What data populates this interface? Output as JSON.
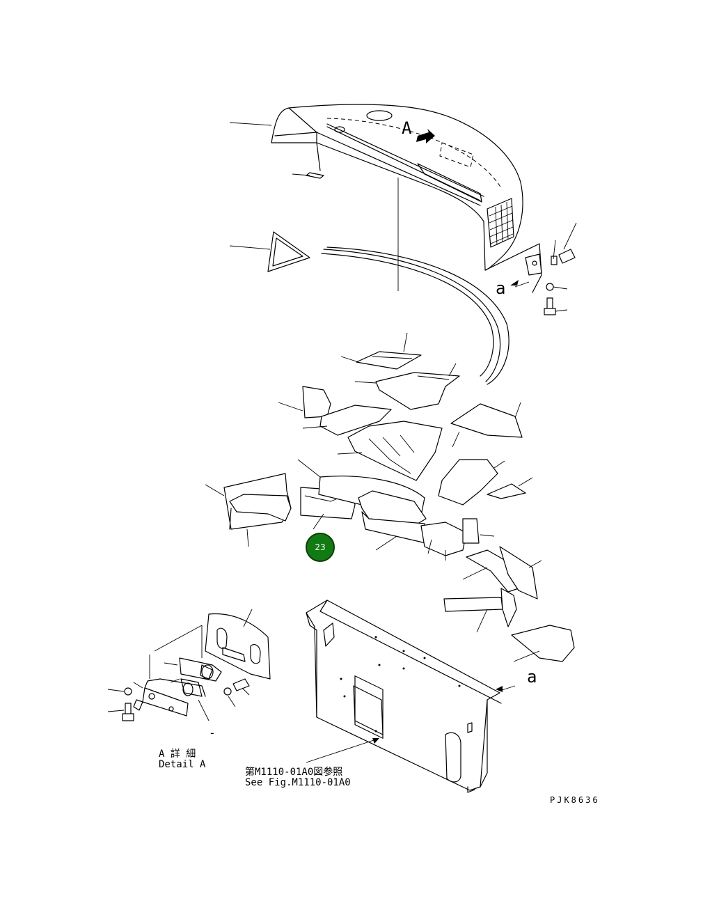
{
  "diagram": {
    "view_label_a_upper": "A",
    "view_label_a_lower_right": "a",
    "view_label_a_lower": "a",
    "detail_label_jp": "A 詳 細",
    "detail_label_en": "Detail A",
    "reference_jp": "第M1110-01A0図参照",
    "reference_en": "See Fig.M1110-01A0",
    "drawing_code": "PJK8636",
    "dash_mark": "-"
  },
  "callout": {
    "number": "23",
    "color": "#127a12"
  }
}
